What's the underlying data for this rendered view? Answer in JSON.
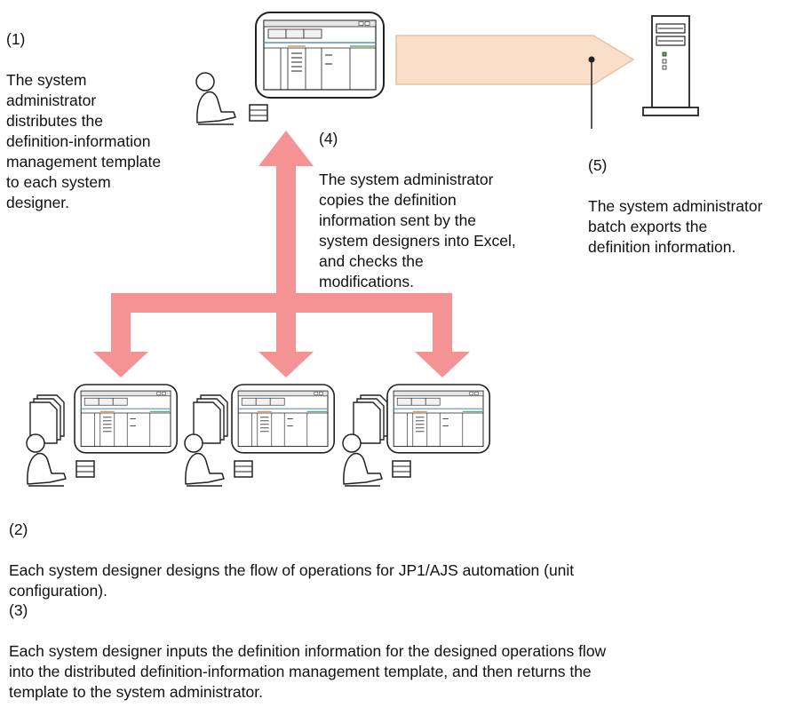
{
  "steps": {
    "step1": {
      "number": "(1)",
      "text": "The system\nadministrator\ndistributes the\ndefinition-information\nmanagement template\nto each system\ndesigner."
    },
    "step4": {
      "number": "(4)",
      "text": "The system administrator\ncopies the definition\ninformation sent by the\nsystem designers into Excel,\nand checks the\nmodifications."
    },
    "step5": {
      "number": "(5)",
      "text": "The system administrator\nbatch exports the\ndefinition information."
    },
    "step2": {
      "number": "(2)",
      "text": "Each system designer designs the flow of operations for JP1/AJS automation (unit\nconfiguration)."
    },
    "step3": {
      "number": "(3)",
      "text": "Each system designer inputs the definition information for the designed operations flow\ninto the distributed definition-information management template, and then returns the\ntemplate to the system administrator."
    }
  },
  "colors": {
    "arrow_red": "#f59394",
    "export_arrow": "#f9dfca",
    "export_arrow_stroke": "#e9c2a2",
    "spreadsheet_blue": "#5b8fd4",
    "spreadsheet_orange": "#e89a4a",
    "spreadsheet_green": "#5cb85c"
  }
}
